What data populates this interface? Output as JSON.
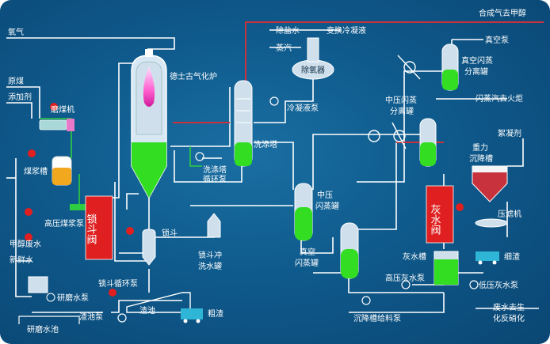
{
  "labels": {
    "syngas_out": "合成气去甲醇",
    "oxygen": "氧气",
    "raw_coal": "原煤",
    "additive": "添加剂",
    "grinder": "磨煤机",
    "slurry_tank": "煤浆槽",
    "hp_slurry_pump": "高压煤浆泵",
    "lock_valve": "锁斗阀",
    "methanol_wastewater": "甲醇废水",
    "fresh_water": "新鲜水",
    "grinding_pump": "研磨水泵",
    "grinding_tank": "研磨水池",
    "texaco_gasifier": "德士古气化炉",
    "lock_hopper": "锁斗",
    "lock_hopper_circ_pump": "锁斗循环泵",
    "settling_pump": "渣池泵",
    "slag_pool": "渣池",
    "slag": "粗渣",
    "lock_flush_tank_1": "锁斗冲",
    "lock_flush_tank_2": "洗水罐",
    "demin_water": "除盐水",
    "condensate": "变换冷凝液",
    "steam": "蒸汽",
    "deaerator": "除氧器",
    "condensate_pump": "冷凝液泵",
    "scrubber": "洗涤塔",
    "scrubber_pump_1": "洗涤塔",
    "scrubber_pump_2": "循环泵",
    "mp_flash_1": "中压",
    "mp_flash_2": "闪蒸罐",
    "vac_flash_1": "真空",
    "vac_flash_2": "闪蒸罐",
    "vac_pump": "真空泵",
    "vac_sep_1": "真空闪蒸",
    "vac_sep_2": "分离罐",
    "mp_sep_1": "中压闪蒸",
    "mp_sep_2": "分离罐",
    "flash_gas": "闪蒸汽去火炬",
    "flocculant": "絮凝剂",
    "gravity_settler_1": "重力",
    "gravity_settler_2": "沉降槽",
    "ash_valve": "灰水阀",
    "press_filter": "压滤机",
    "filter_cake": "细渣",
    "ash_tank": "灰水槽",
    "hp_ash_pump": "高压灰水泵",
    "lp_ash_pump": "低压灰水泵",
    "settling_feed_pump": "沉降槽给料泵",
    "wastewater_1": "废水去生",
    "wastewater_2": "化反硝化"
  },
  "colors": {
    "pipe": "#ffffff",
    "gas_pipe": "#c8323c",
    "liquid": "#33dd22",
    "valve_red": "#e02020",
    "background": "#0f5a8c"
  }
}
